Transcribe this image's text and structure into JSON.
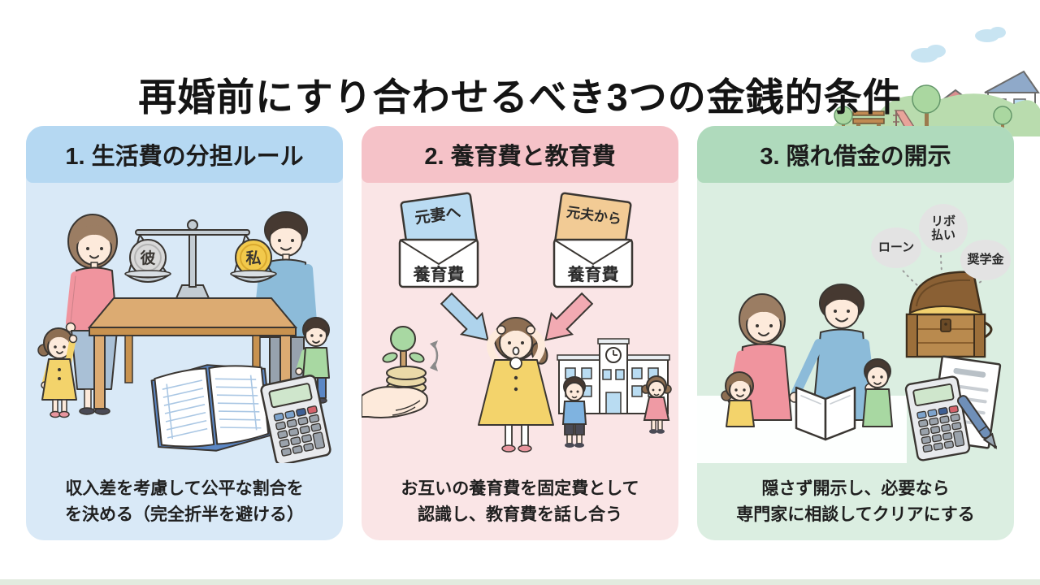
{
  "title": "再婚前にすり合わせるべき3つの金銭的条件",
  "panels": [
    {
      "heading": "1. 生活費の分担ルール",
      "caption": [
        "収入差を考慮して公平な割合を",
        "を決める（完全折半を避ける）"
      ],
      "scale_labels": {
        "him": "彼",
        "me": "私"
      },
      "accent": "#b5d8f2",
      "body_color": "#d9e9f7"
    },
    {
      "heading": "2. 養育費と教育費",
      "caption": [
        "お互いの養育費を固定費として",
        "認識し、教育費を話し合う"
      ],
      "envelopes": [
        {
          "tag": "元妻へ",
          "label": "養育費"
        },
        {
          "tag": "元夫から",
          "label": "養育費"
        }
      ],
      "accent": "#f5c2c8",
      "body_color": "#fae5e6"
    },
    {
      "heading": "3. 隠れ借金の開示",
      "caption": [
        "隠さず開示し、必要なら",
        "専門家に相談してクリアにする"
      ],
      "debt_bubbles": [
        "ローン",
        "リボ払い",
        "奨学金"
      ],
      "accent": "#afdabc",
      "body_color": "#dbeee1"
    }
  ]
}
